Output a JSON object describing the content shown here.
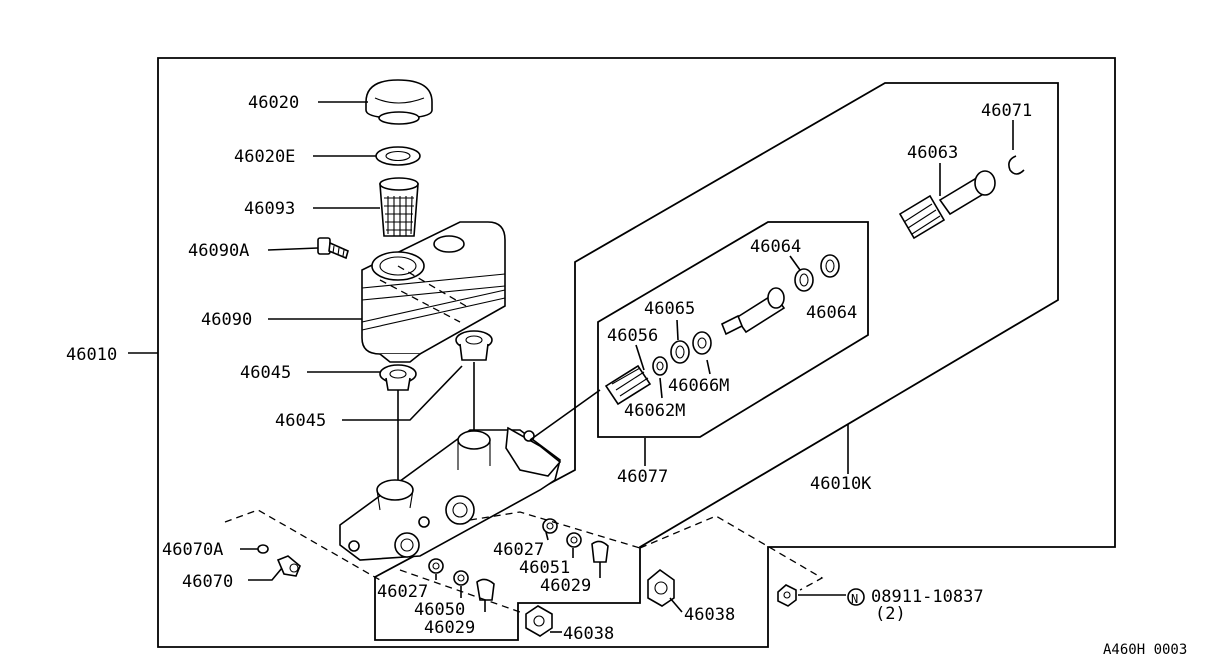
{
  "diagram_id": "A460H 0003",
  "labels": {
    "l46020": "46020",
    "l46020E": "46020E",
    "l46093": "46093",
    "l46090A": "46090A",
    "l46090": "46090",
    "l46010": "46010",
    "l46045a": "46045",
    "l46045b": "46045",
    "l46070A": "46070A",
    "l46070": "46070",
    "l46027a": "46027",
    "l46051": "46051",
    "l46029a": "46029",
    "l46027b": "46027",
    "l46050": "46050",
    "l46029b": "46029",
    "l46038a": "46038",
    "l46038b": "46038",
    "l46071": "46071",
    "l46063": "46063",
    "l46064a": "46064",
    "l46064b": "46064",
    "l46065": "46065",
    "l46056": "46056",
    "l46066M": "46066M",
    "l46062M": "46062M",
    "l46077": "46077",
    "l46010K": "46010K",
    "nut_part": "08911-10837",
    "nut_qty": "(2)",
    "nut_symbol": "N"
  }
}
